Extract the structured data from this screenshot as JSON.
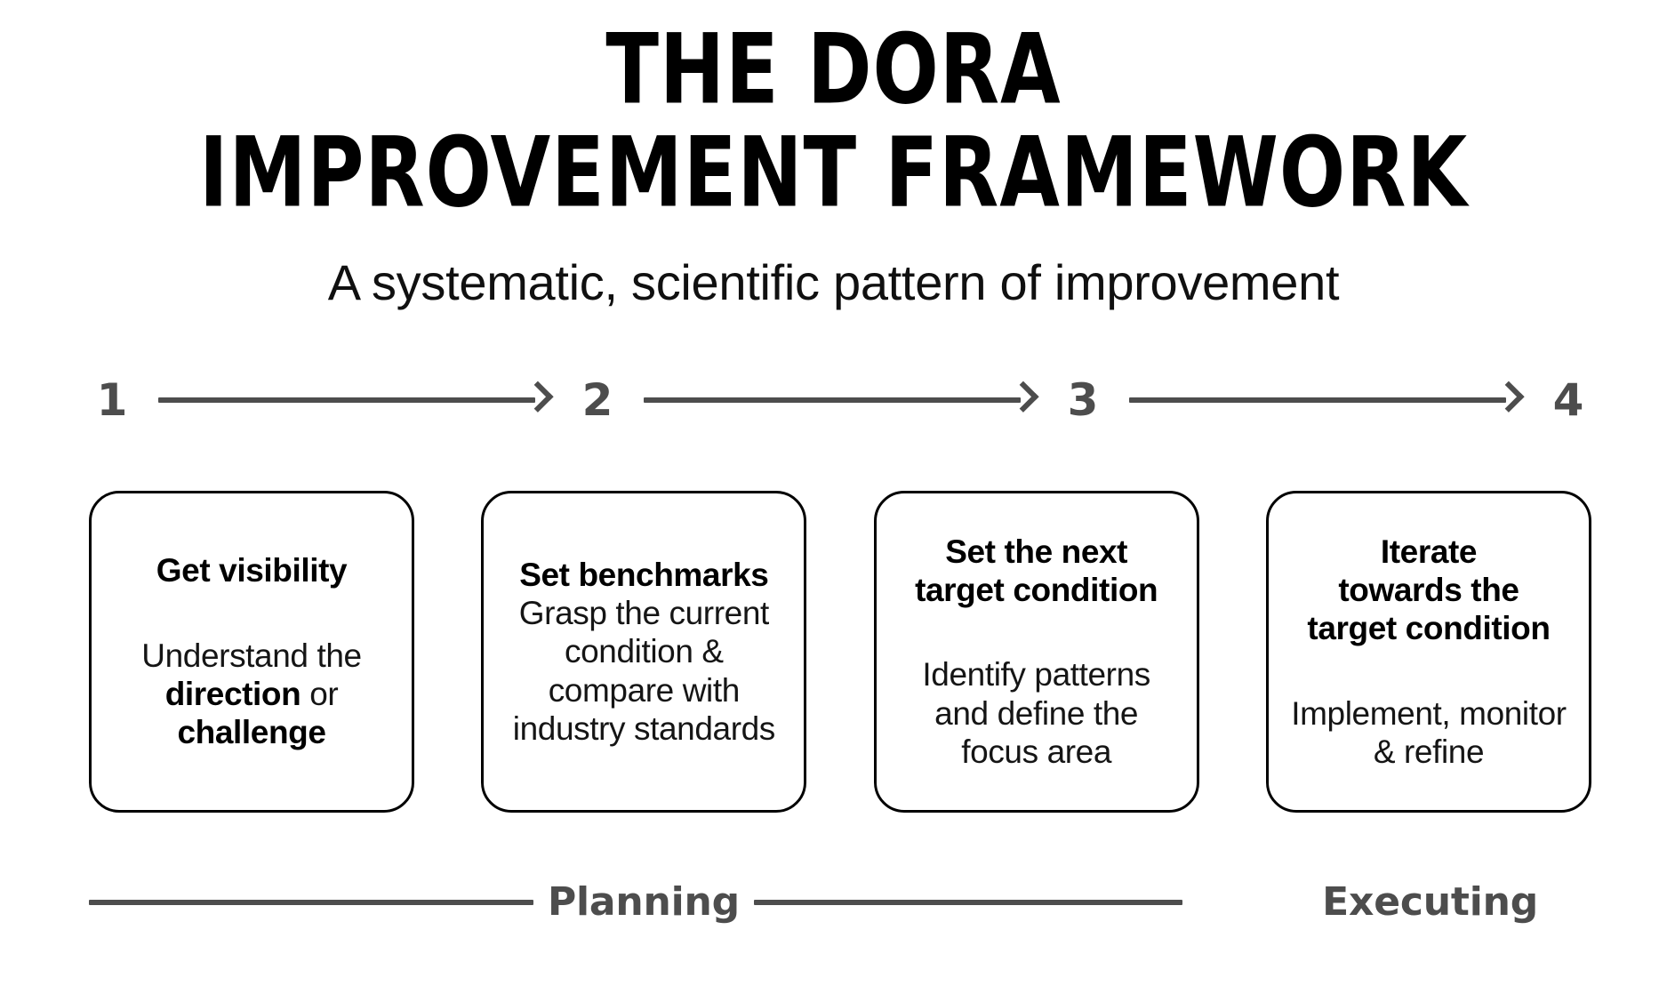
{
  "header": {
    "title_line1": "THE DORA",
    "title_line2": "IMPROVEMENT FRAMEWORK",
    "subtitle": "A systematic, scientific pattern of improvement"
  },
  "steps": [
    {
      "number": "1"
    },
    {
      "number": "2"
    },
    {
      "number": "3"
    },
    {
      "number": "4"
    }
  ],
  "cards": [
    {
      "heading": "Get visibility",
      "body_before": "Understand the ",
      "body_bold1": "direction",
      "body_mid": " or ",
      "body_bold2": "challenge",
      "spacing": "large"
    },
    {
      "heading": "Set benchmarks",
      "body": "Grasp the current condition & compare with industry standards",
      "spacing": "small"
    },
    {
      "heading_line1": "Set the next",
      "heading_line2": "target condition",
      "body": "Identify patterns and define the focus area",
      "spacing": "large"
    },
    {
      "heading_line1": "Iterate",
      "heading_line2": "towards the",
      "heading_line3": "target condition",
      "body": "Implement, monitor & refine",
      "spacing": "large"
    }
  ],
  "phases": {
    "planning_label": "Planning",
    "executing_label": "Executing"
  },
  "colors": {
    "accent_gray": "#4d4d4d",
    "card_border": "#000000",
    "background": "#ffffff",
    "text": "#000000"
  }
}
